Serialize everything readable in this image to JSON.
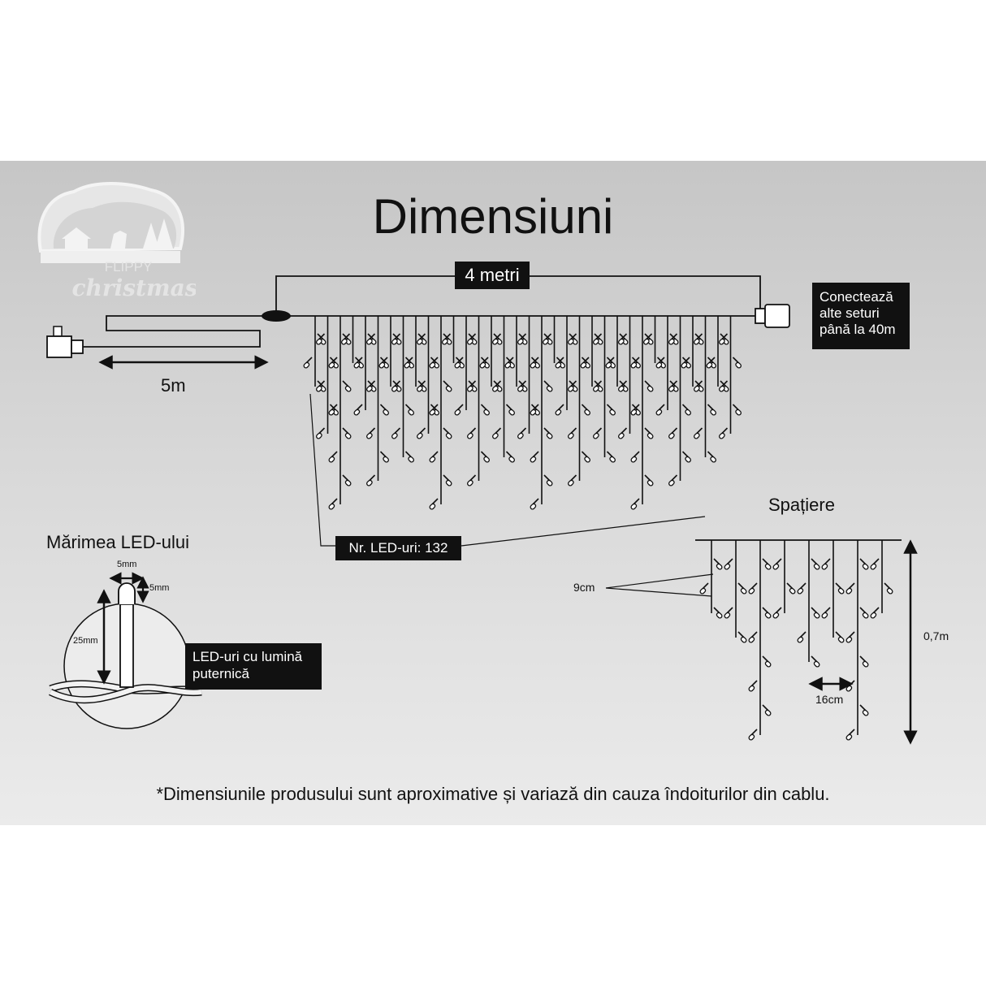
{
  "title": "Dimensiuni",
  "curtain_length_label": "4 metri",
  "connect_note": [
    "Conectează",
    "alte seturi",
    "până la 40m"
  ],
  "cable_length_label": "5m",
  "led_count_label": "Nr. LED-uri: 132",
  "spacing_title": "Spațiere",
  "led_size_title": "Mărimea LED-ului",
  "led_width_label": "5mm",
  "led_height_label": "5mm",
  "led_length_label": "25mm",
  "bright_note": [
    "LED-uri cu lumină",
    "puternică"
  ],
  "vertical_spacing_label": "9cm",
  "horizontal_spacing_label": "16cm",
  "curtain_height_label": "0,7m",
  "footnote": "*Dimensiunile produsului sunt aproximative și variază din cauza îndoiturilor din cablu.",
  "logo": {
    "line1": "FLIPPY",
    "line2": "christmas"
  },
  "colors": {
    "panel_top": "#c6c6c6",
    "panel_bottom": "#ebebeb",
    "ink": "#111111",
    "label_bg": "#111111",
    "label_text": "#ffffff"
  }
}
